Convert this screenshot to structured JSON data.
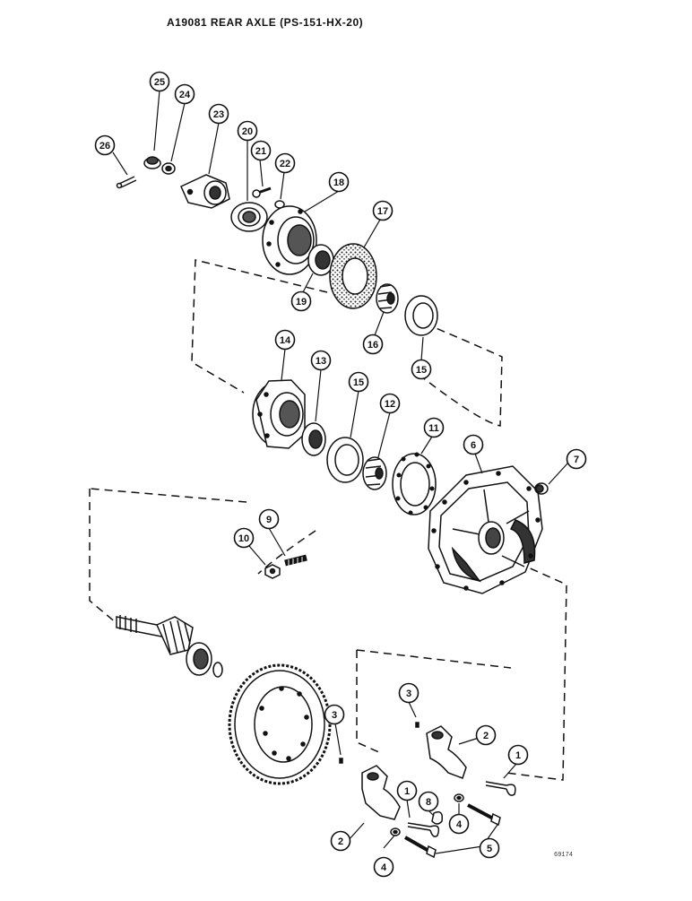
{
  "title": "A19081 REAR AXLE (PS-151-HX-20)",
  "reference_code": "69174",
  "callouts": [
    {
      "id": "c26",
      "label": "26"
    },
    {
      "id": "c25",
      "label": "25"
    },
    {
      "id": "c24",
      "label": "24"
    },
    {
      "id": "c23",
      "label": "23"
    },
    {
      "id": "c20",
      "label": "20"
    },
    {
      "id": "c21",
      "label": "21"
    },
    {
      "id": "c22",
      "label": "22"
    },
    {
      "id": "c18",
      "label": "18"
    },
    {
      "id": "c17",
      "label": "17"
    },
    {
      "id": "c19",
      "label": "19"
    },
    {
      "id": "c16",
      "label": "16"
    },
    {
      "id": "c15a",
      "label": "15"
    },
    {
      "id": "c14",
      "label": "14"
    },
    {
      "id": "c13",
      "label": "13"
    },
    {
      "id": "c15b",
      "label": "15"
    },
    {
      "id": "c12",
      "label": "12"
    },
    {
      "id": "c11",
      "label": "11"
    },
    {
      "id": "c6",
      "label": "6"
    },
    {
      "id": "c7",
      "label": "7"
    },
    {
      "id": "c9",
      "label": "9"
    },
    {
      "id": "c10",
      "label": "10"
    },
    {
      "id": "c3a",
      "label": "3"
    },
    {
      "id": "c3b",
      "label": "3"
    },
    {
      "id": "c2a",
      "label": "2"
    },
    {
      "id": "c1a",
      "label": "1"
    },
    {
      "id": "c1b",
      "label": "1"
    },
    {
      "id": "c8",
      "label": "8"
    },
    {
      "id": "c4a",
      "label": "4"
    },
    {
      "id": "c5",
      "label": "5"
    },
    {
      "id": "c2b",
      "label": "2"
    },
    {
      "id": "c4b",
      "label": "4"
    }
  ]
}
